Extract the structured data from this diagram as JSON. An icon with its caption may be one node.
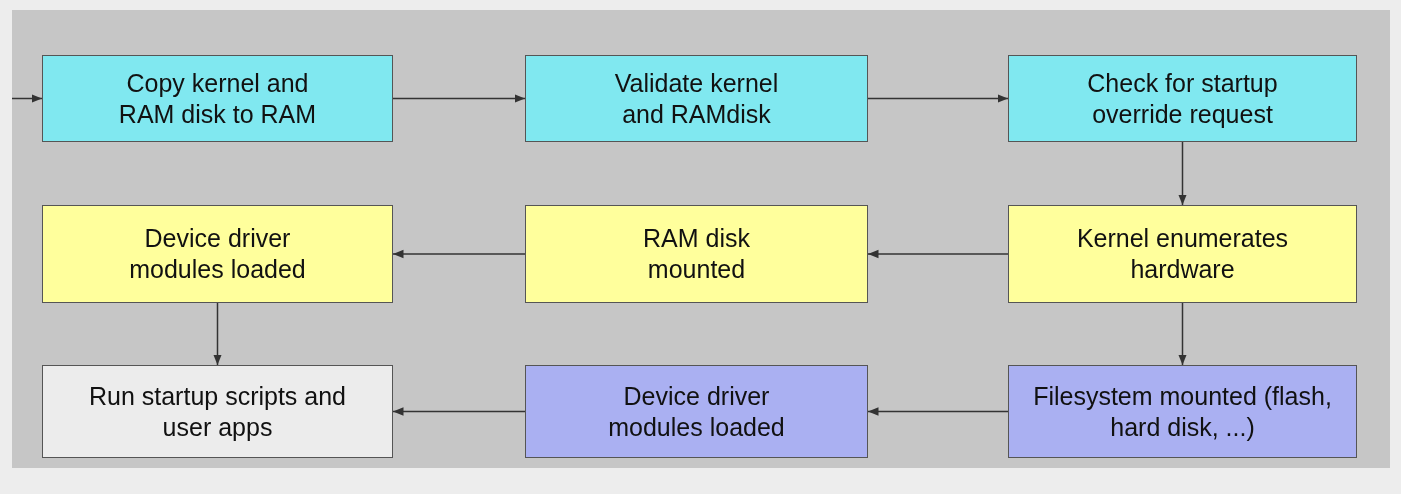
{
  "diagram": {
    "nodes": [
      {
        "text": [
          "Copy kernel and RAM disk to RAM"
        ]
      },
      {
        "text": [
          "Validate kernel and RAMdisk"
        ]
      },
      {
        "text": [
          "Check for startup override request"
        ]
      },
      {
        "text": [
          "Device driver modules loaded"
        ]
      },
      {
        "text": [
          "RAM disk mounted"
        ]
      },
      {
        "text": [
          "Kernel enumerates hardware"
        ]
      },
      {
        "text": [
          "Run startup scripts and user apps"
        ]
      },
      {
        "text": [
          "Device driver modules loaded"
        ]
      },
      {
        "text": [
          "Filesystem mounted (flash, hard disk, ...)"
        ]
      }
    ],
    "edges": [
      {
        "from": null,
        "to": 0,
        "arrow": "to"
      },
      {
        "from": 0,
        "to": 1,
        "arrow": "to"
      },
      {
        "from": 1,
        "to": 2,
        "arrow": "to"
      },
      {
        "from": 2,
        "to": 5,
        "arrow": "to"
      },
      {
        "from": 5,
        "to": 4,
        "arrow": "to"
      },
      {
        "from": 4,
        "to": 3,
        "arrow": "to"
      },
      {
        "from": 3,
        "to": 6,
        "arrow": "to"
      },
      {
        "from": 5,
        "to": 8,
        "arrow": "to"
      },
      {
        "from": 8,
        "to": 7,
        "arrow": "to"
      },
      {
        "from": 7,
        "to": 6,
        "arrow": "to"
      }
    ]
  }
}
